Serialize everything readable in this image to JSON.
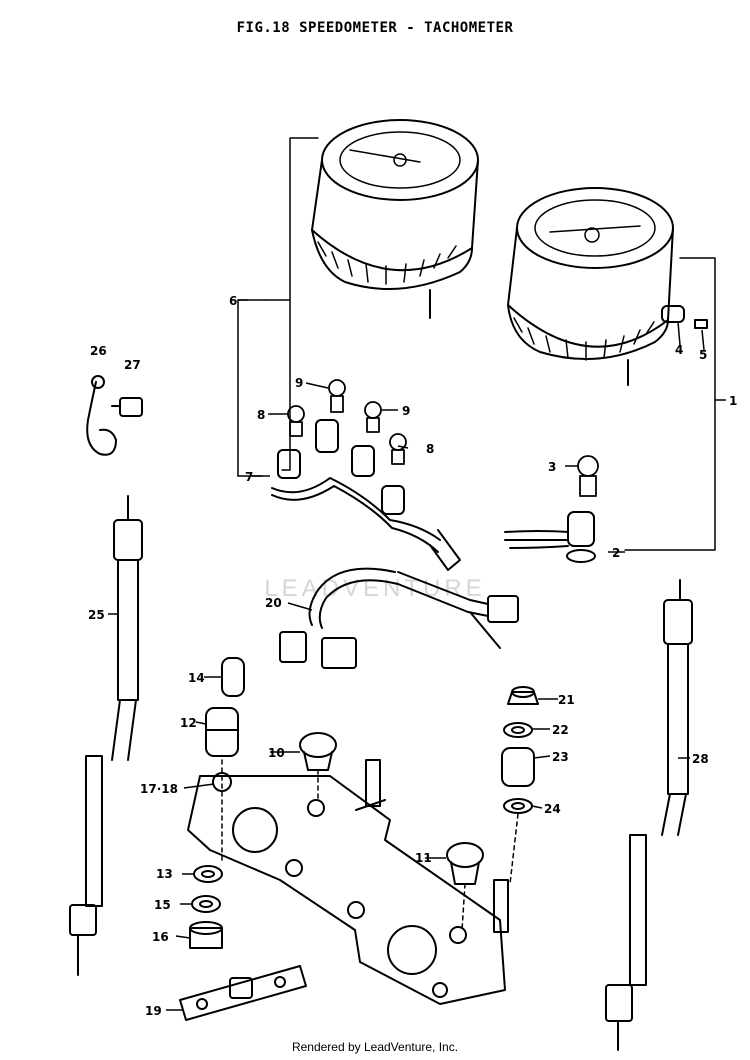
{
  "title": "FIG.18 SPEEDOMETER - TACHOMETER",
  "footer": "Rendered by LeadVenture, Inc.",
  "watermark": "LEADVENTURE",
  "colors": {
    "ink": "#000000",
    "background": "#ffffff",
    "watermark": "#d6d6d6"
  },
  "callouts": [
    {
      "id": "1",
      "label": "1"
    },
    {
      "id": "2",
      "label": "2"
    },
    {
      "id": "3",
      "label": "3"
    },
    {
      "id": "4",
      "label": "4"
    },
    {
      "id": "5",
      "label": "5"
    },
    {
      "id": "6",
      "label": "6"
    },
    {
      "id": "7",
      "label": "7"
    },
    {
      "id": "8a",
      "label": "8"
    },
    {
      "id": "8b",
      "label": "8"
    },
    {
      "id": "9a",
      "label": "9"
    },
    {
      "id": "9b",
      "label": "9"
    },
    {
      "id": "10",
      "label": "10"
    },
    {
      "id": "11",
      "label": "11"
    },
    {
      "id": "12",
      "label": "12"
    },
    {
      "id": "13",
      "label": "13"
    },
    {
      "id": "14",
      "label": "14"
    },
    {
      "id": "15",
      "label": "15"
    },
    {
      "id": "16",
      "label": "16"
    },
    {
      "id": "17-18",
      "label": "17·18"
    },
    {
      "id": "19",
      "label": "19"
    },
    {
      "id": "20",
      "label": "20"
    },
    {
      "id": "21",
      "label": "21"
    },
    {
      "id": "22",
      "label": "22"
    },
    {
      "id": "23",
      "label": "23"
    },
    {
      "id": "24",
      "label": "24"
    },
    {
      "id": "25",
      "label": "25"
    },
    {
      "id": "26",
      "label": "26"
    },
    {
      "id": "27",
      "label": "27"
    },
    {
      "id": "28",
      "label": "28"
    }
  ]
}
